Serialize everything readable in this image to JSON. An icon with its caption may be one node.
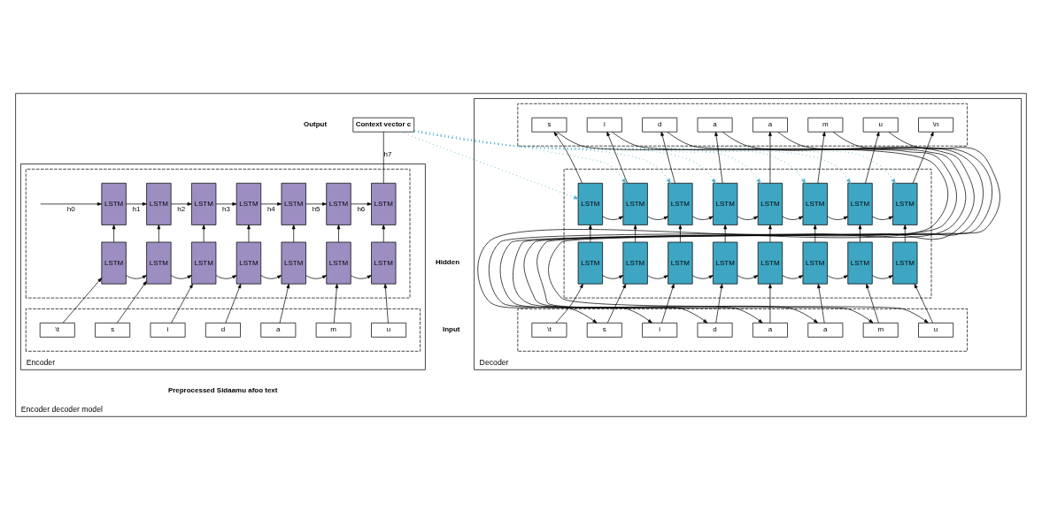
{
  "diagram": {
    "nodes": [
      {
        "text": [
          "Encoder decoder model"
        ]
      },
      {
        "text": [
          "Encoder"
        ],
        "in": 0
      },
      {
        "text": [],
        "shape": "box",
        "in": 1
      },
      {
        "text": [],
        "shape": "box",
        "in": 1
      },
      {
        "text": [
          "LSTM"
        ],
        "in": 2
      },
      {
        "text": [
          "LSTM"
        ],
        "in": 2
      },
      {
        "text": [
          "LSTM"
        ],
        "in": 2
      },
      {
        "text": [
          "LSTM"
        ],
        "in": 2
      },
      {
        "text": [
          "LSTM"
        ],
        "in": 2
      },
      {
        "text": [
          "LSTM"
        ],
        "in": 2
      },
      {
        "text": [
          "LSTM"
        ],
        "in": 2
      },
      {
        "text": [
          "LSTM"
        ],
        "in": 2
      },
      {
        "text": [
          "LSTM"
        ],
        "in": 2
      },
      {
        "text": [
          "LSTM"
        ],
        "in": 2
      },
      {
        "text": [
          "LSTM"
        ],
        "in": 2
      },
      {
        "text": [
          "LSTM"
        ],
        "in": 2
      },
      {
        "text": [
          "LSTM"
        ],
        "in": 2
      },
      {
        "text": [
          "LSTM"
        ],
        "in": 2
      },
      {
        "text": [
          "\\t"
        ],
        "in": 3
      },
      {
        "text": [
          "s"
        ],
        "in": 3
      },
      {
        "text": [
          "i"
        ],
        "in": 3
      },
      {
        "text": [
          "d"
        ],
        "in": 3
      },
      {
        "text": [
          "a"
        ],
        "in": 3
      },
      {
        "text": [
          "m"
        ],
        "in": 3
      },
      {
        "text": [
          "u"
        ],
        "in": 3
      },
      {
        "text": [
          "Context vector c"
        ],
        "in": 0
      },
      {
        "text": [
          "Decoder"
        ],
        "in": 0
      },
      {
        "text": [],
        "shape": "box",
        "in": 26
      },
      {
        "text": [],
        "shape": "box",
        "in": 26
      },
      {
        "text": [],
        "shape": "box",
        "in": 26
      },
      {
        "text": [
          "s"
        ],
        "in": 27
      },
      {
        "text": [
          "i"
        ],
        "in": 27
      },
      {
        "text": [
          "d"
        ],
        "in": 27
      },
      {
        "text": [
          "a"
        ],
        "in": 27
      },
      {
        "text": [
          "a"
        ],
        "in": 27
      },
      {
        "text": [
          "m"
        ],
        "in": 27
      },
      {
        "text": [
          "u"
        ],
        "in": 27
      },
      {
        "text": [
          "\\n"
        ],
        "in": 27
      },
      {
        "text": [
          "LSTM"
        ],
        "in": 28
      },
      {
        "text": [
          "LSTM"
        ],
        "in": 28
      },
      {
        "text": [
          "LSTM"
        ],
        "in": 28
      },
      {
        "text": [
          "LSTM"
        ],
        "in": 28
      },
      {
        "text": [
          "LSTM"
        ],
        "in": 28
      },
      {
        "text": [
          "LSTM"
        ],
        "in": 28
      },
      {
        "text": [
          "LSTM"
        ],
        "in": 28
      },
      {
        "text": [
          "LSTM"
        ],
        "in": 28
      },
      {
        "text": [
          "LSTM"
        ],
        "in": 28
      },
      {
        "text": [
          "LSTM"
        ],
        "in": 28
      },
      {
        "text": [
          "LSTM"
        ],
        "in": 28
      },
      {
        "text": [
          "LSTM"
        ],
        "in": 28
      },
      {
        "text": [
          "LSTM"
        ],
        "in": 28
      },
      {
        "text": [
          "LSTM"
        ],
        "in": 28
      },
      {
        "text": [
          "LSTM"
        ],
        "in": 28
      },
      {
        "text": [
          "LSTM"
        ],
        "in": 28
      },
      {
        "text": [
          "\\t"
        ],
        "in": 29
      },
      {
        "text": [
          "s"
        ],
        "in": 29
      },
      {
        "text": [
          "i"
        ],
        "in": 29
      },
      {
        "text": [
          "d"
        ],
        "in": 29
      },
      {
        "text": [
          "a"
        ],
        "in": 29
      },
      {
        "text": [
          "a"
        ],
        "in": 29
      },
      {
        "text": [
          "m"
        ],
        "in": 29
      },
      {
        "text": [
          "u"
        ],
        "in": 29
      }
    ],
    "edges": [
      {
        "from": null,
        "to": 4,
        "arrow": "to",
        "label": "h0"
      },
      {
        "from": 4,
        "to": 5,
        "arrow": "to",
        "label": "h1"
      },
      {
        "from": 5,
        "to": 6,
        "arrow": "to",
        "label": "h2"
      },
      {
        "from": 6,
        "to": 7,
        "arrow": "to",
        "label": "h3"
      },
      {
        "from": 7,
        "to": 8,
        "arrow": "to",
        "label": "h4"
      },
      {
        "from": 8,
        "to": 9,
        "arrow": "to",
        "label": "h5"
      },
      {
        "from": 9,
        "to": 10,
        "arrow": "to",
        "label": "h6"
      },
      {
        "from": 10,
        "to": 25,
        "arrow": "none",
        "label": "h7"
      },
      {
        "from": 11,
        "to": 12,
        "arrow": "to"
      },
      {
        "from": 12,
        "to": 13,
        "arrow": "to"
      },
      {
        "from": 13,
        "to": 14,
        "arrow": "to"
      },
      {
        "from": 14,
        "to": 15,
        "arrow": "to"
      },
      {
        "from": 15,
        "to": 16,
        "arrow": "to"
      },
      {
        "from": 16,
        "to": 17,
        "arrow": "to"
      },
      {
        "from": 11,
        "to": 4,
        "arrow": "to"
      },
      {
        "from": 12,
        "to": 5,
        "arrow": "to"
      },
      {
        "from": 13,
        "to": 6,
        "arrow": "to"
      },
      {
        "from": 14,
        "to": 7,
        "arrow": "to"
      },
      {
        "from": 15,
        "to": 8,
        "arrow": "to"
      },
      {
        "from": 16,
        "to": 9,
        "arrow": "to"
      },
      {
        "from": 17,
        "to": 10,
        "arrow": "to"
      },
      {
        "from": 18,
        "to": 11,
        "arrow": "to"
      },
      {
        "from": 19,
        "to": 12,
        "arrow": "to"
      },
      {
        "from": 20,
        "to": 13,
        "arrow": "to"
      },
      {
        "from": 21,
        "to": 14,
        "arrow": "to"
      },
      {
        "from": 22,
        "to": 15,
        "arrow": "to"
      },
      {
        "from": 23,
        "to": 16,
        "arrow": "to"
      },
      {
        "from": 24,
        "to": 17,
        "arrow": "to"
      },
      {
        "from": 25,
        "to": 38,
        "arrow": "to",
        "style": "dashed",
        "color": "#5fb4cc"
      },
      {
        "from": 25,
        "to": 39,
        "arrow": "to",
        "style": "dashed",
        "color": "#5fb4cc"
      },
      {
        "from": 25,
        "to": 40,
        "arrow": "to",
        "style": "dashed",
        "color": "#5fb4cc"
      },
      {
        "from": 25,
        "to": 41,
        "arrow": "to",
        "style": "dashed",
        "color": "#5fb4cc"
      },
      {
        "from": 25,
        "to": 42,
        "arrow": "to",
        "style": "dashed",
        "color": "#5fb4cc"
      },
      {
        "from": 25,
        "to": 43,
        "arrow": "to",
        "style": "dashed",
        "color": "#5fb4cc"
      },
      {
        "from": 25,
        "to": 44,
        "arrow": "to",
        "style": "dashed",
        "color": "#5fb4cc"
      },
      {
        "from": 25,
        "to": 45,
        "arrow": "to",
        "style": "dashed",
        "color": "#5fb4cc"
      },
      {
        "from": 38,
        "to": 39,
        "arrow": "to"
      },
      {
        "from": 39,
        "to": 40,
        "arrow": "to"
      },
      {
        "from": 40,
        "to": 41,
        "arrow": "to"
      },
      {
        "from": 41,
        "to": 42,
        "arrow": "to"
      },
      {
        "from": 42,
        "to": 43,
        "arrow": "to"
      },
      {
        "from": 43,
        "to": 44,
        "arrow": "to"
      },
      {
        "from": 44,
        "to": 45,
        "arrow": "to"
      },
      {
        "from": 46,
        "to": 47,
        "arrow": "to"
      },
      {
        "from": 47,
        "to": 48,
        "arrow": "to"
      },
      {
        "from": 48,
        "to": 49,
        "arrow": "to"
      },
      {
        "from": 49,
        "to": 50,
        "arrow": "to"
      },
      {
        "from": 50,
        "to": 51,
        "arrow": "to"
      },
      {
        "from": 51,
        "to": 52,
        "arrow": "to"
      },
      {
        "from": 52,
        "to": 53,
        "arrow": "to"
      },
      {
        "from": 46,
        "to": 38,
        "arrow": "to"
      },
      {
        "from": 47,
        "to": 39,
        "arrow": "to"
      },
      {
        "from": 48,
        "to": 40,
        "arrow": "to"
      },
      {
        "from": 49,
        "to": 41,
        "arrow": "to"
      },
      {
        "from": 50,
        "to": 42,
        "arrow": "to"
      },
      {
        "from": 51,
        "to": 43,
        "arrow": "to"
      },
      {
        "from": 52,
        "to": 44,
        "arrow": "to"
      },
      {
        "from": 53,
        "to": 45,
        "arrow": "to"
      },
      {
        "from": 38,
        "to": 30,
        "arrow": "to"
      },
      {
        "from": 39,
        "to": 31,
        "arrow": "to"
      },
      {
        "from": 40,
        "to": 32,
        "arrow": "to"
      },
      {
        "from": 41,
        "to": 33,
        "arrow": "to"
      },
      {
        "from": 42,
        "to": 34,
        "arrow": "to"
      },
      {
        "from": 43,
        "to": 35,
        "arrow": "to"
      },
      {
        "from": 44,
        "to": 36,
        "arrow": "to"
      },
      {
        "from": 45,
        "to": 37,
        "arrow": "to"
      },
      {
        "from": 54,
        "to": 46,
        "arrow": "to"
      },
      {
        "from": 55,
        "to": 47,
        "arrow": "to"
      },
      {
        "from": 56,
        "to": 48,
        "arrow": "to"
      },
      {
        "from": 57,
        "to": 49,
        "arrow": "to"
      },
      {
        "from": 58,
        "to": 50,
        "arrow": "to"
      },
      {
        "from": 59,
        "to": 51,
        "arrow": "to"
      },
      {
        "from": 60,
        "to": 52,
        "arrow": "to"
      },
      {
        "from": 61,
        "to": 53,
        "arrow": "to"
      },
      {
        "from": 30,
        "to": 55,
        "arrow": "to"
      },
      {
        "from": 31,
        "to": 56,
        "arrow": "to"
      },
      {
        "from": 32,
        "to": 57,
        "arrow": "to"
      },
      {
        "from": 33,
        "to": 58,
        "arrow": "to"
      },
      {
        "from": 34,
        "to": 59,
        "arrow": "to"
      },
      {
        "from": 35,
        "to": 60,
        "arrow": "to"
      },
      {
        "from": 36,
        "to": 61,
        "arrow": "to"
      }
    ],
    "labels": [
      "Output",
      "Hidden",
      "Input",
      "Preprocessed Sidaamu afoo text"
    ]
  }
}
